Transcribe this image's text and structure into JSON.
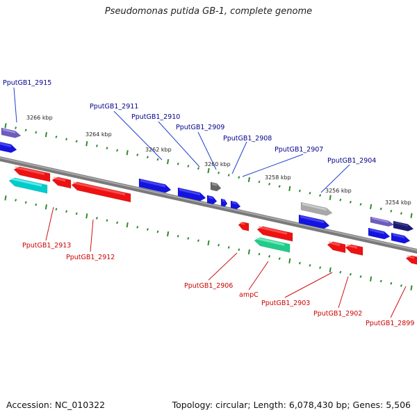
{
  "map": {
    "title": "Pseudomonas putida GB-1, complete genome",
    "accession": "Accession: NC_010322",
    "summary": "Topology: circular; Length: 6,078,430 bp; Genes: 5,506"
  },
  "colors": {
    "forward_label": "#00008b",
    "reverse_label": "#cc0000",
    "tick": "#2e8b2e",
    "backbone": "#777777"
  },
  "ticks": [
    {
      "label": "3266 kbp"
    },
    {
      "label": "3264 kbp"
    },
    {
      "label": "3262 kbp"
    },
    {
      "label": "3260 kbp"
    },
    {
      "label": "3258 kbp"
    },
    {
      "label": "3256 kbp"
    },
    {
      "label": "3254 kbp"
    }
  ],
  "forward_labels": [
    {
      "text": "PputGB1_2915"
    },
    {
      "text": "PputGB1_2911"
    },
    {
      "text": "PputGB1_2910"
    },
    {
      "text": "PputGB1_2909"
    },
    {
      "text": "PputGB1_2908"
    },
    {
      "text": "PputGB1_2907"
    },
    {
      "text": "PputGB1_2904"
    }
  ],
  "reverse_labels": [
    {
      "text": "PputGB1_2913"
    },
    {
      "text": "PputGB1_2912"
    },
    {
      "text": "PputGB1_2906"
    },
    {
      "text": "ampC"
    },
    {
      "text": "PputGB1_2903"
    },
    {
      "text": "PputGB1_2902"
    },
    {
      "text": "PputGB1_2899"
    }
  ]
}
